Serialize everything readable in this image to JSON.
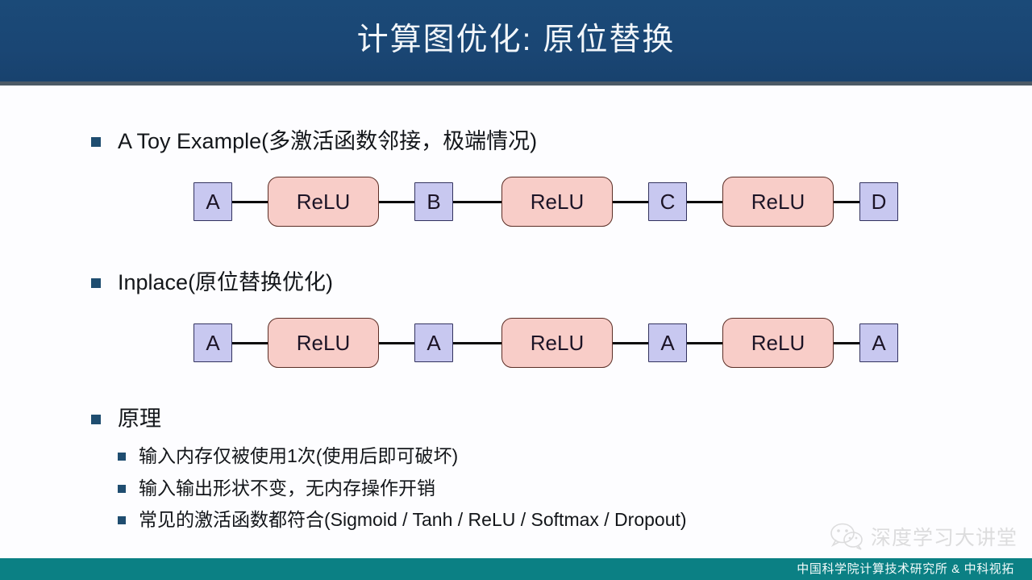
{
  "slide": {
    "title": "计算图优化: 原位替换",
    "background_color": "#fdfdff",
    "title_bar_color": "#1c4a78",
    "footer_bar_color": "#0b8084",
    "bullet_color": "#1f4d70"
  },
  "bullets": [
    {
      "label": "A Toy Example(多激活函数邻接，极端情况)"
    },
    {
      "label": "Inplace(原位替换优化)"
    },
    {
      "label": "原理"
    }
  ],
  "sub_bullets": [
    {
      "label": "输入内存仅被使用1次(使用后即可破坏)"
    },
    {
      "label": "输入输出形状不变，无内存操作开销"
    },
    {
      "label": "常见的激活函数都符合(Sigmoid / Tanh / ReLU / Softmax / Dropout)"
    }
  ],
  "graphs": [
    {
      "name": "toy-example-graph",
      "nodes": [
        {
          "type": "var",
          "label": "A"
        },
        {
          "type": "op",
          "label": "ReLU"
        },
        {
          "type": "var",
          "label": "B"
        },
        {
          "type": "op",
          "label": "ReLU"
        },
        {
          "type": "var",
          "label": "C"
        },
        {
          "type": "op",
          "label": "ReLU"
        },
        {
          "type": "var",
          "label": "D"
        }
      ]
    },
    {
      "name": "inplace-graph",
      "nodes": [
        {
          "type": "var",
          "label": "A"
        },
        {
          "type": "op",
          "label": "ReLU"
        },
        {
          "type": "var",
          "label": "A"
        },
        {
          "type": "op",
          "label": "ReLU"
        },
        {
          "type": "var",
          "label": "A"
        },
        {
          "type": "op",
          "label": "ReLU"
        },
        {
          "type": "var",
          "label": "A"
        }
      ]
    }
  ],
  "watermark": {
    "text": "深度学习大讲堂",
    "icon": "wechat-icon"
  },
  "footer": {
    "text": "中国科学院计算技术研究所 & 中科视拓"
  }
}
